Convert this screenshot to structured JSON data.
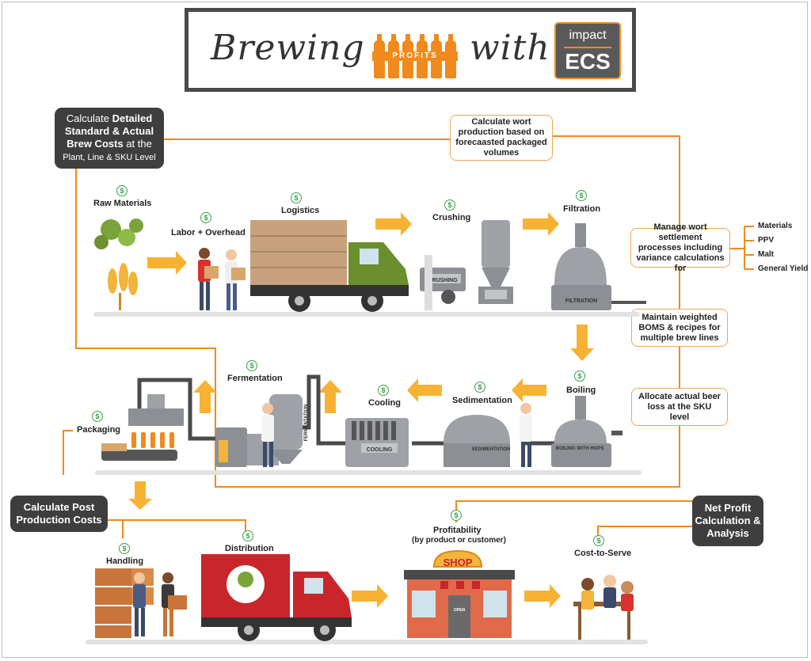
{
  "banner": {
    "word_brewing": "Brewing",
    "word_profits": "PROFITS",
    "word_with": "with",
    "logo_impact": "impact",
    "logo_ecs": "ECS"
  },
  "boxes": {
    "standard_prefix": "Calculate ",
    "standard_bold1": "Detailed",
    "standard_bold2": "Standard & Actual",
    "standard_bold3": "Brew Costs",
    "standard_suffix": " at the",
    "standard_line4": "Plant, Line & SKU Level",
    "wort": "Calculate wort production based on forecaasted packaged volumes",
    "settlement": "Manage wort settlement processes including variance calculations for",
    "boms": "Maintain weighted BOMS & recipes for multiple brew lines",
    "allocate": "Allocate actual beer loss at the SKU level",
    "post_production": "Calculate Post Production Costs",
    "net_profit": "Net Profit Calculation & Analysis"
  },
  "variance_items": [
    "Materials",
    "PPV",
    "Malt",
    "General Yield"
  ],
  "stages": {
    "raw_materials": "Raw Materials",
    "labor": "Labor + Overhead",
    "logistics": "Logistics",
    "crushing": "Crushing",
    "filtration": "Filtration",
    "boiling": "Boiling",
    "sedimentation": "Sedimentation",
    "cooling": "Cooling",
    "fermentation": "Fermentation",
    "packaging": "Packaging",
    "handling": "Handling",
    "distribution": "Distribution",
    "profitability": "Profitability",
    "profitability_sub": "(by product or customer)",
    "cost_to_serve": "Cost-to-Serve"
  },
  "machine_labels": {
    "crushing": "CRUSHING",
    "filtration": "FILTRATION",
    "boiling": "BOILING WITH HOPS",
    "sedimentation": "SEDIMENTATION",
    "cooling": "COOLING",
    "fermentation": "FERMENTATION",
    "shop": "SHOP",
    "open": "OPEN"
  },
  "dollar_sign": "$",
  "colors": {
    "orange": "#f08a1c",
    "arrow": "#f7b233",
    "dark": "#3e3e3e",
    "green": "#3aa14a",
    "truck_green": "#6a8f2c",
    "truck_red": "#c8262b"
  }
}
